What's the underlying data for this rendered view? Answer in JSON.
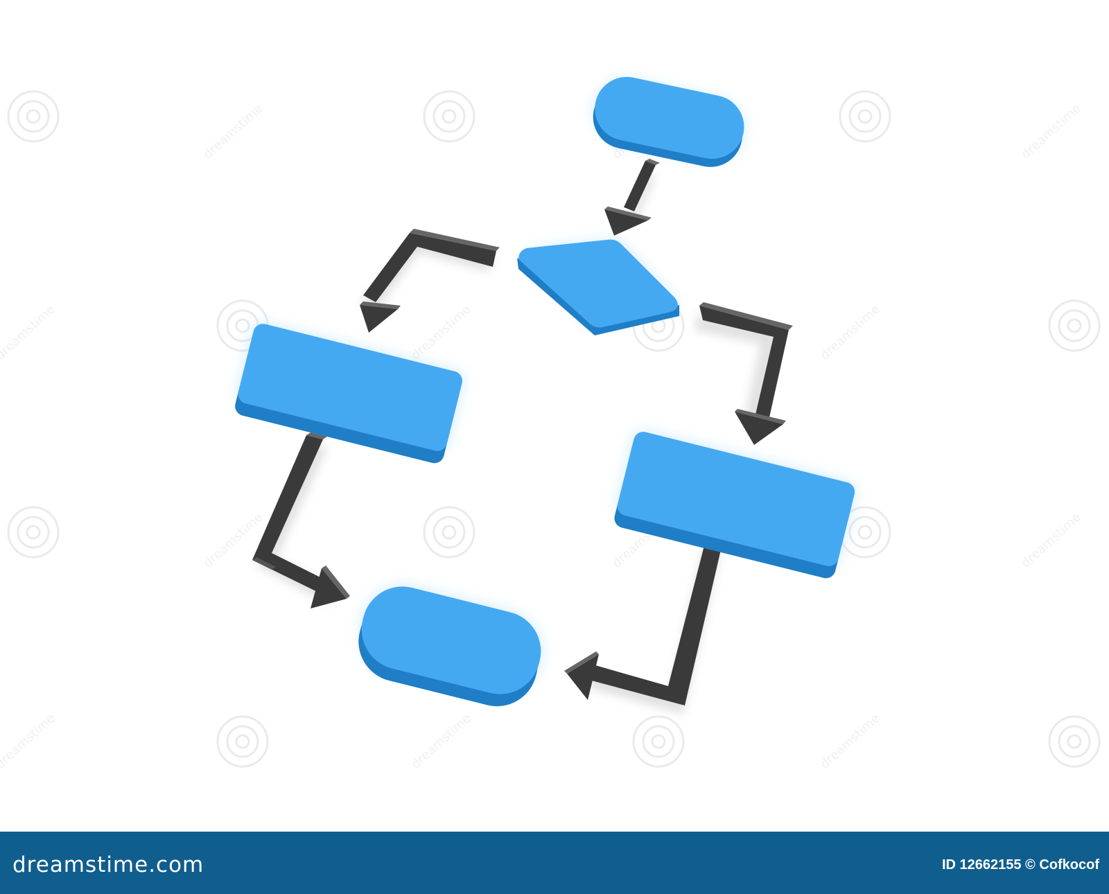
{
  "diagram": {
    "colors": {
      "shape_top": "#45a9f2",
      "shape_side": "#1f7ec6",
      "shape_edge": "#1569a9",
      "arrow": "#3c3c3c",
      "background": "#ffffff"
    },
    "shapes": [
      {
        "id": "start",
        "kind": "terminator"
      },
      {
        "id": "decision",
        "kind": "decision"
      },
      {
        "id": "process-left",
        "kind": "process"
      },
      {
        "id": "process-right",
        "kind": "process"
      },
      {
        "id": "end",
        "kind": "terminator"
      }
    ],
    "connectors": [
      {
        "from": "start",
        "to": "decision"
      },
      {
        "from": "decision",
        "to": "process-left"
      },
      {
        "from": "decision",
        "to": "process-right"
      },
      {
        "from": "process-left",
        "to": "end"
      },
      {
        "from": "process-right",
        "to": "end"
      }
    ]
  },
  "watermark": {
    "text": "dreamstime"
  },
  "footer": {
    "logo_text": "dreamstime.com",
    "credit_text": "ID 12662155 © Cofkocof",
    "background": "#0f5e8e"
  }
}
